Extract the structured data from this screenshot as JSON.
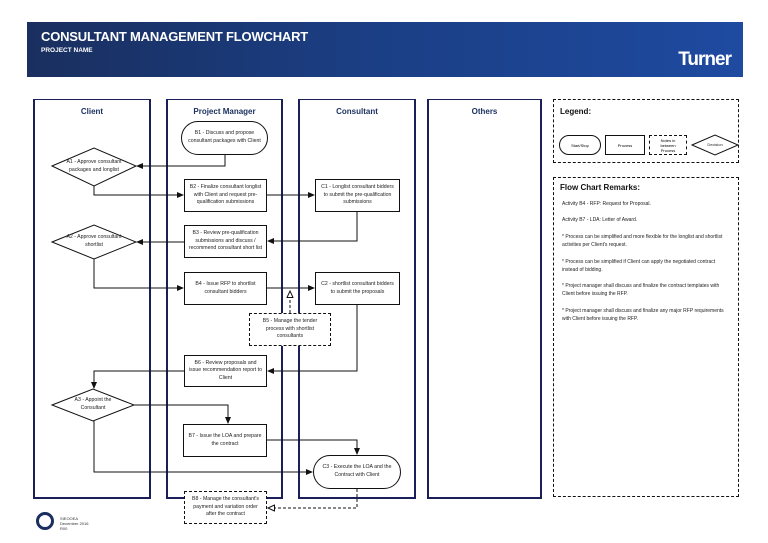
{
  "header": {
    "title": "CONSULTANT MANAGEMENT FLOWCHART",
    "subtitle": "PROJECT NAME",
    "logo": "Turner"
  },
  "lanes": [
    "Client",
    "Project Manager",
    "Consultant",
    "Others"
  ],
  "nodes": {
    "B1": "B1 - Discuss and propose consultant packages with Client",
    "A1": "A1 - Approve consultant packages and longlist",
    "B2": "B2 - Finalize consultant longlist with Client and request pre-qualification submissions",
    "C1": "C1 - Longlist consultant bidders to submit the pre-qualification submissions",
    "A2": "A2 - Approve consultant shortlist",
    "B3": "B3 - Review pre-qualification submissions and discuss / recommend consultant short list",
    "B4": "B4 - Issue RFP to shortlist consultant bidders",
    "C2": "C2 - shortlist consultant bidders to submit the proposals",
    "B5": "B5 - Manage the tender process with shortlist consultants",
    "B6": "B6 - Review proposals and issue recommendation report to Client",
    "A3": "A3 - Appoint the Consultant",
    "B7": "B7 - Issue the LOA and prepare the contract",
    "C3": "C3 - Execute the LOA and the Contract with Client",
    "B8": "B8 - Manage the consultant's payment and variation order after the contract"
  },
  "legend": {
    "title": "Legend:",
    "items": [
      "Start/Stop",
      "Process",
      "Notes in between Process",
      "Decision"
    ]
  },
  "remarks": {
    "title": "Flow Chart Remarks:",
    "items": [
      "Activity B4 - RFP: Request for Proposal.",
      "Activity B7 - LDA: Letter of Award.",
      "* Process can be simplified and more flexible for the longlist and shortlist activities per Client's request.",
      "* Process can be simplified if Client can apply the negotiated contract instead of bidding.",
      "* Project manager shall discuss and finalize the contract templates with Client before issuing the RFP.",
      "* Project manager shall discuss and finalize any major RFP requirements with Client before issuing the RFP."
    ]
  },
  "footer": {
    "code": "SIEOOEA",
    "date": "December 2016",
    "rev": "R00"
  }
}
